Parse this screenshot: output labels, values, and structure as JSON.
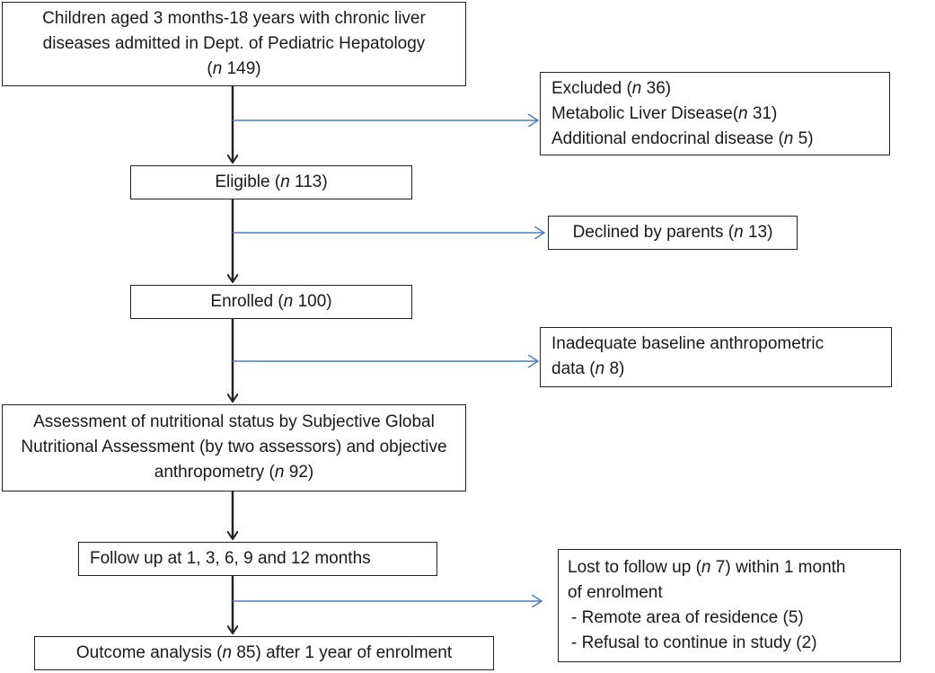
{
  "flow": {
    "screened": {
      "line1": "Children aged 3 months-18 years  with chronic liver",
      "line2": "diseases admitted in Dept. of Pediatric Hepatology",
      "n_label": "n",
      "n_value": "149"
    },
    "excluded": {
      "title": "Excluded",
      "title_n": "36",
      "reason1": "Metabolic  Liver Disease",
      "reason1_n": "31",
      "reason2": "Additional endocrinal disease",
      "reason2_n": "5",
      "n_label": "n"
    },
    "eligible": {
      "label": "Eligible",
      "n_label": "n",
      "n_value": "113"
    },
    "declined": {
      "label": "Declined by parents",
      "n_label": "n",
      "n_value": "13"
    },
    "enrolled": {
      "label": "Enrolled",
      "n_label": "n",
      "n_value": "100"
    },
    "inadequate": {
      "line1": "Inadequate baseline anthropometric",
      "line2": "data",
      "n_label": "n",
      "n_value": "8"
    },
    "assessment": {
      "line1": "Assessment of nutritional status by Subjective Global",
      "line2": "Nutritional Assessment (by two assessors) and objective",
      "line3": "anthropometry",
      "n_label": "n",
      "n_value": "92"
    },
    "followup": {
      "label": "Follow up at 1, 3, 6, 9 and 12 months"
    },
    "lost": {
      "line1_a": "Lost to follow up",
      "n_label": "n",
      "n_value": "7",
      "line1_b": "within 1 month",
      "line2": "of enrolment",
      "reason1": "- Remote area of residence (5)",
      "reason2": "- Refusal to continue in study (2)"
    },
    "outcome": {
      "label_a": "Outcome analysis",
      "n_label": "n",
      "n_value": "85",
      "label_b": "after 1 year of enrolment"
    }
  },
  "colors": {
    "box_border": "#222222",
    "down_arrow": "#222222",
    "side_arrow": "#4a7ebb"
  }
}
